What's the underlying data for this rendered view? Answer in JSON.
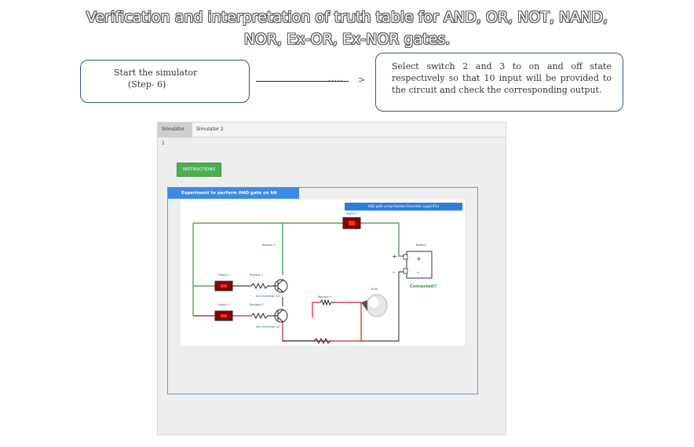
{
  "title": {
    "line1": "Verification and interpretation of truth table for AND, OR, NOT, NAND,",
    "line2": "NOR, Ex-OR, Ex-NOR gates."
  },
  "steps": {
    "step6": {
      "line1": "Start the simulator",
      "line2": "(Step- 6)"
    },
    "instruction": "Select switch 2 and 3 to on and off state respectively so that 10 input will be provided to the circuit and check the corresponding output."
  },
  "arrow": {
    "dots": ".....",
    "head": ">"
  },
  "simulator": {
    "tabs": [
      {
        "label": "Simulator 1",
        "active": true
      },
      {
        "label": "Simulator 2",
        "active": false
      }
    ],
    "instructions_button": "INSTRUCTIONS",
    "experiment_title": "Experiment to perform AND gate on kit",
    "circuit": {
      "title": "AND gate using Resistor-Transistor Logic(RTL)",
      "labels": {
        "switch1_top": "Switch 1",
        "resistor3": "Resistor 3",
        "battery": "Battery",
        "switch1": "Switch 1",
        "resistor1": "Resistor 1",
        "npn_q1": "npn transistor Q1",
        "bulb": "Bulb",
        "resistor4": "Resistor 4",
        "switch2": "Switch 2",
        "resistor2": "Resistor 2",
        "npn_q2": "npn transistor Q2",
        "plus": "+",
        "minus": "-"
      },
      "status": "Connected!!"
    }
  },
  "colors": {
    "accent_blue": "#3b8be6",
    "button_green": "#4caf50",
    "wire_green": "#2e9a3a",
    "wire_red": "#d62020",
    "box_border": "#2f5597"
  }
}
